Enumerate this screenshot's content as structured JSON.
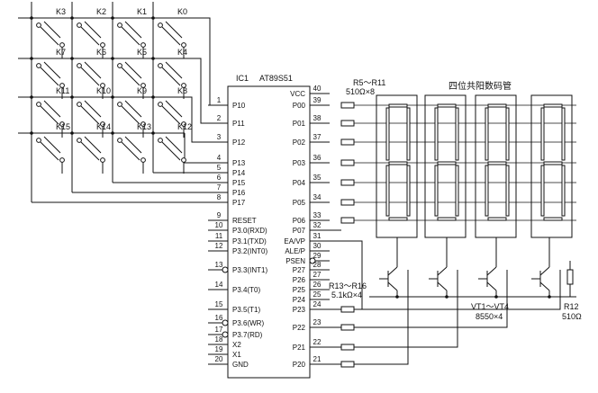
{
  "ic": {
    "designator": "IC1",
    "part": "AT89S51",
    "left_pins": [
      {
        "num": "1",
        "name": "P10"
      },
      {
        "num": "2",
        "name": "P11"
      },
      {
        "num": "3",
        "name": "P12"
      },
      {
        "num": "4",
        "name": "P13"
      },
      {
        "num": "5",
        "name": "P14"
      },
      {
        "num": "6",
        "name": "P15"
      },
      {
        "num": "7",
        "name": "P16"
      },
      {
        "num": "8",
        "name": "P17"
      },
      {
        "num": "9",
        "name": "RESET"
      },
      {
        "num": "10",
        "name": "P3.0(RXD)"
      },
      {
        "num": "11",
        "name": "P3.1(TXD)"
      },
      {
        "num": "12",
        "name": "P3.2(INT0)"
      },
      {
        "num": "13",
        "name": "P3.3(INT1)"
      },
      {
        "num": "14",
        "name": "P3.4(T0)"
      },
      {
        "num": "15",
        "name": "P3.5(T1)"
      },
      {
        "num": "16",
        "name": "P3.6(WR)"
      },
      {
        "num": "17",
        "name": "P3.7(RD)"
      },
      {
        "num": "18",
        "name": "X2"
      },
      {
        "num": "19",
        "name": "X1"
      },
      {
        "num": "20",
        "name": "GND"
      }
    ],
    "right_pins": [
      {
        "num": "40",
        "name": "VCC"
      },
      {
        "num": "39",
        "name": "P00"
      },
      {
        "num": "38",
        "name": "P01"
      },
      {
        "num": "37",
        "name": "P02"
      },
      {
        "num": "36",
        "name": "P03"
      },
      {
        "num": "35",
        "name": "P04"
      },
      {
        "num": "34",
        "name": "P05"
      },
      {
        "num": "33",
        "name": "P06"
      },
      {
        "num": "32",
        "name": "P07"
      },
      {
        "num": "31",
        "name": "EA/VP"
      },
      {
        "num": "30",
        "name": "ALE/P"
      },
      {
        "num": "29",
        "name": "PSEN"
      },
      {
        "num": "28",
        "name": "P27"
      },
      {
        "num": "27",
        "name": "P26"
      },
      {
        "num": "26",
        "name": "P25"
      },
      {
        "num": "25",
        "name": "P24"
      },
      {
        "num": "24",
        "name": "P23"
      },
      {
        "num": "23",
        "name": "P22"
      },
      {
        "num": "22",
        "name": "P21"
      },
      {
        "num": "21",
        "name": "P20"
      }
    ]
  },
  "keys": [
    "K3",
    "K2",
    "K1",
    "K0",
    "K7",
    "K6",
    "K5",
    "K4",
    "K11",
    "K10",
    "K9",
    "K8",
    "K15",
    "K14",
    "K13",
    "K12"
  ],
  "labels": {
    "r5_r11": "R5～R11",
    "r5_r11_value": "510Ω×8",
    "display_title": "四位共阳数码管",
    "r13_r16": "R13～R16",
    "r13_r16_value": "5.1kΩ×4",
    "vt": "VT1～VT4",
    "vt_value": "8550×4",
    "r12": "R12",
    "r12_value": "510Ω"
  }
}
